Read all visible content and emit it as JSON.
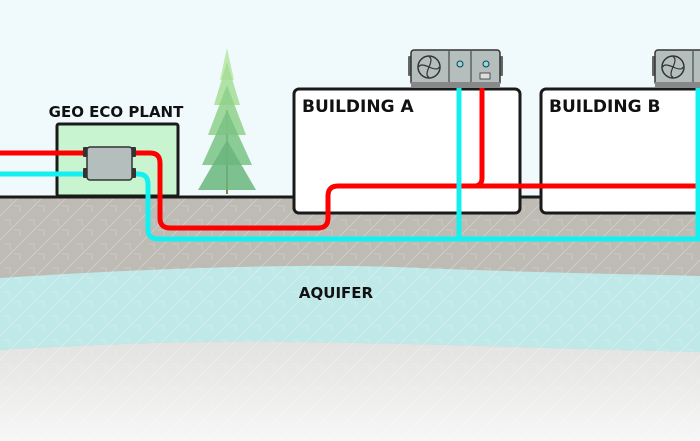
{
  "diagram": {
    "title": "Geothermal heat-pump system",
    "labels": {
      "plant": "GEO ECO PLANT",
      "building_a": "BUILDING A",
      "building_b": "BUILDING B",
      "aquifer": "AQUIFER"
    },
    "colors": {
      "sky": "#f0fafc",
      "hot_pipe": "#ff0000",
      "cold_pipe": "#14f0f0",
      "plant_fill": "#c8f5d0",
      "ground": "#bdbbb4",
      "aquifer": "#bfe9e8",
      "deep_ground": "#e9e9e9",
      "unit_gray": "#b4bfbd",
      "outline": "#1a1a1a"
    },
    "components": [
      {
        "id": "plant",
        "type": "building",
        "name": "GEO ECO PLANT"
      },
      {
        "id": "heat-exchanger",
        "type": "exchanger",
        "location": "plant"
      },
      {
        "id": "building-a",
        "type": "building",
        "name": "BUILDING A"
      },
      {
        "id": "building-b",
        "type": "building",
        "name": "BUILDING B"
      },
      {
        "id": "hvac-unit-a",
        "type": "rooftop-unit",
        "location": "building-a"
      },
      {
        "id": "hvac-unit-b",
        "type": "rooftop-unit",
        "location": "building-b"
      },
      {
        "id": "tree",
        "type": "decoration"
      },
      {
        "id": "aquifer",
        "type": "layer",
        "name": "AQUIFER"
      }
    ],
    "connections": [
      {
        "from": "heat-exchanger",
        "to": "hvac-unit-a",
        "pipe": "hot"
      },
      {
        "from": "heat-exchanger",
        "to": "hvac-unit-a",
        "pipe": "cold"
      },
      {
        "from": "heat-exchanger",
        "to": "building-b",
        "pipe": "hot"
      },
      {
        "from": "heat-exchanger",
        "to": "building-b",
        "pipe": "cold"
      }
    ]
  }
}
